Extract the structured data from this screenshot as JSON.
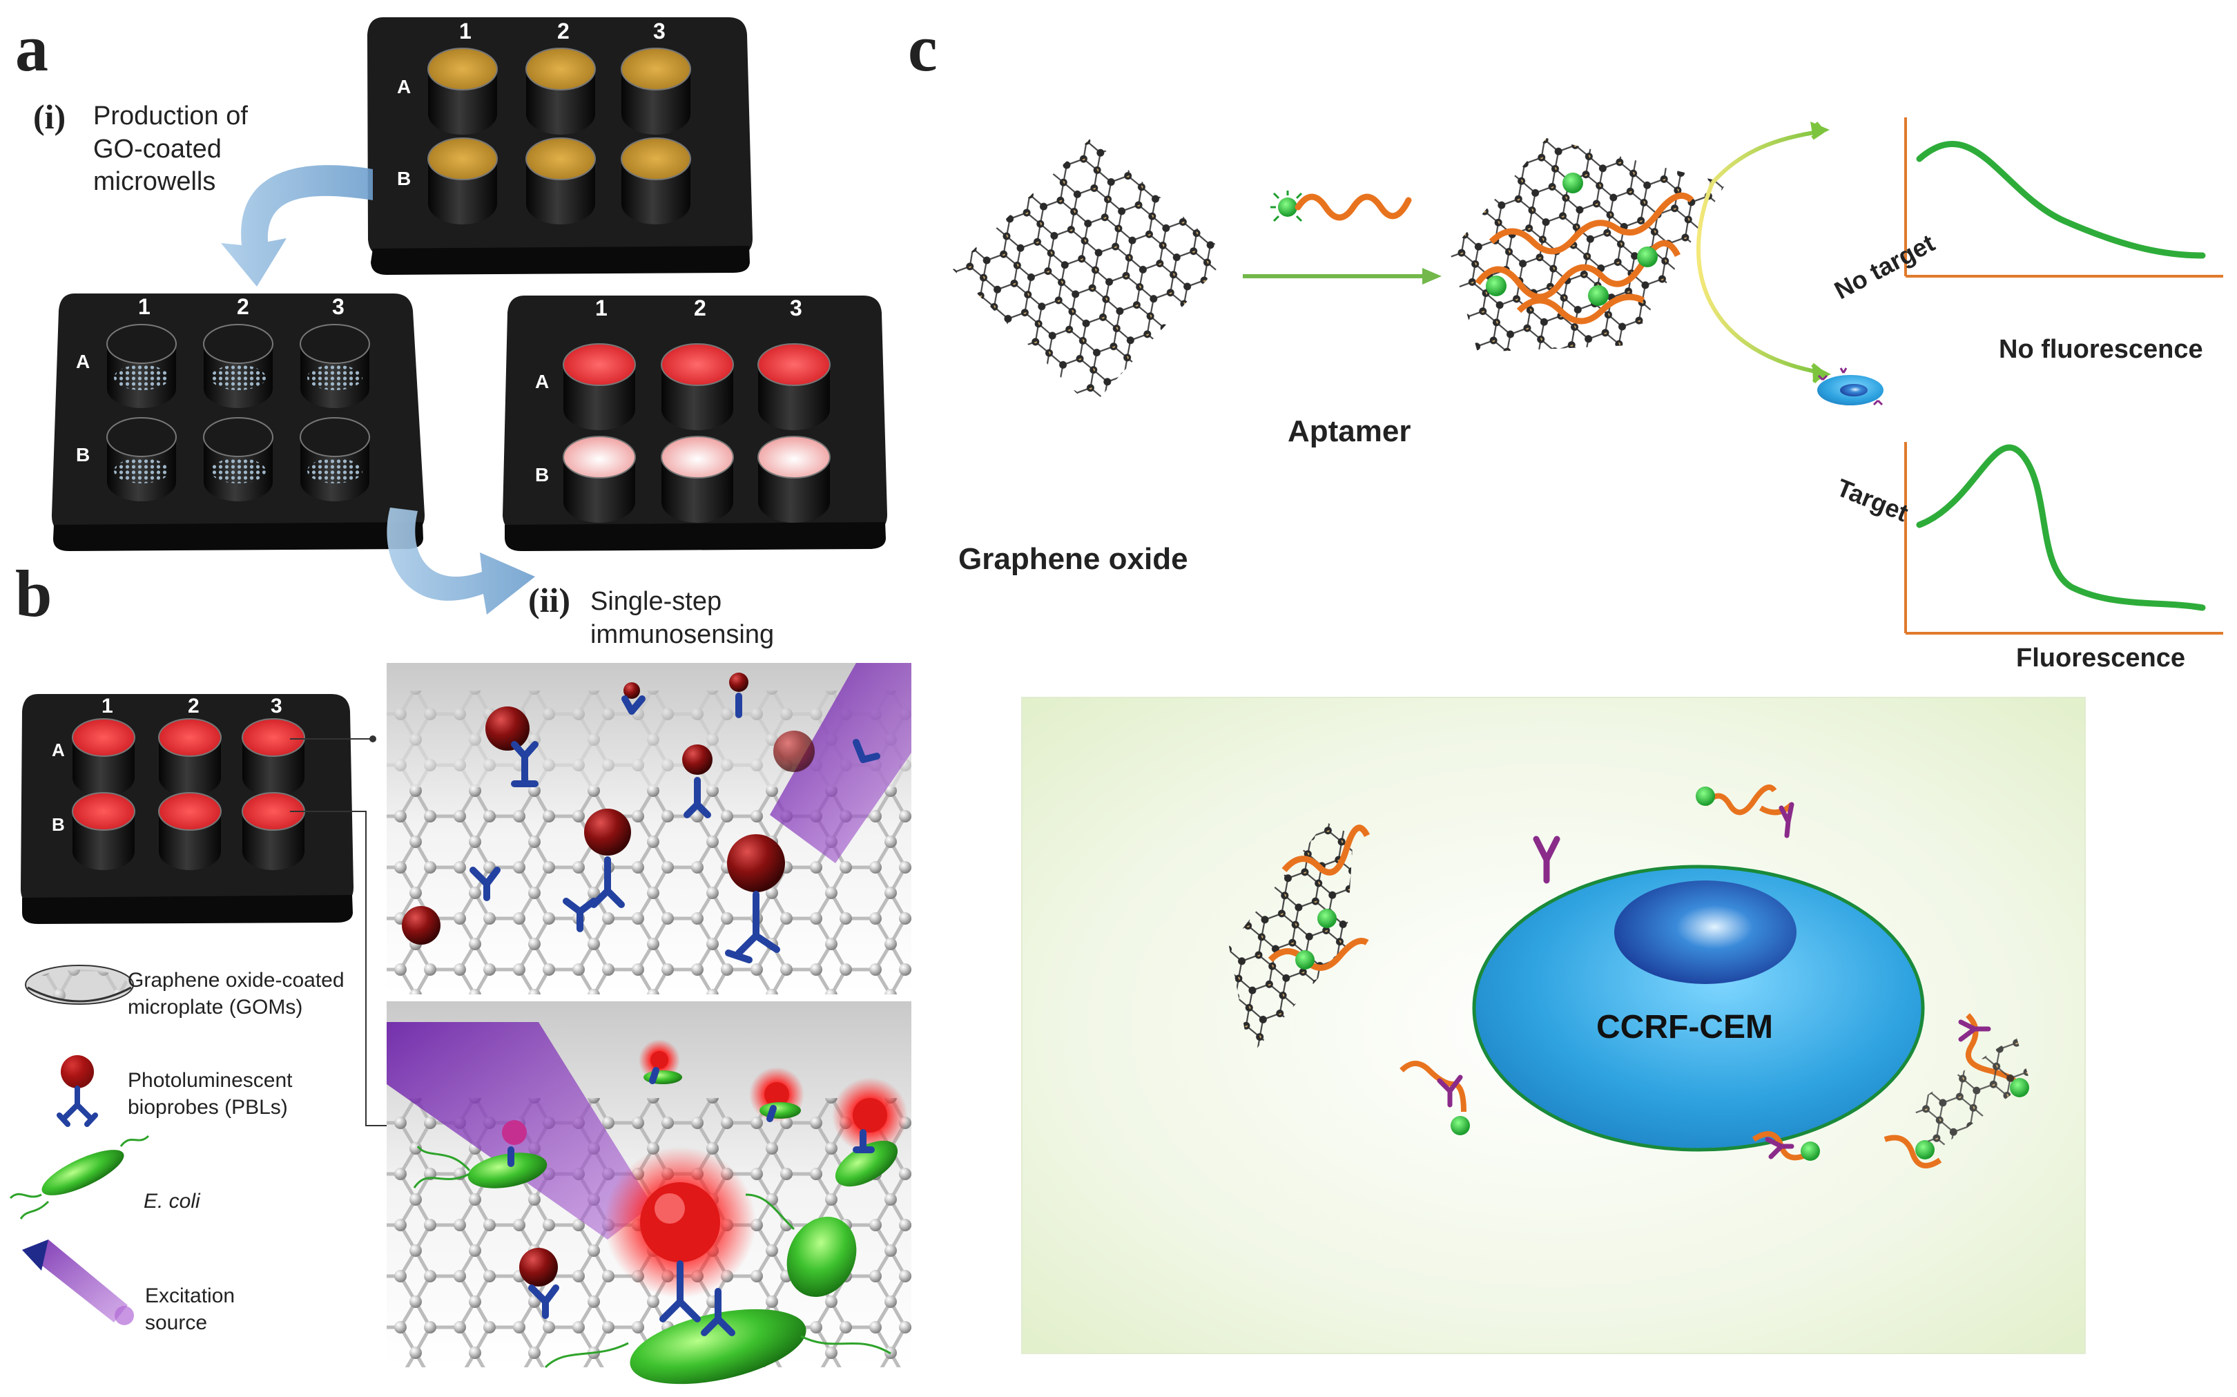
{
  "panels": {
    "a": {
      "letter": "a",
      "step_i": {
        "numeral": "(i)",
        "text_lines": [
          "Production of",
          "GO-coated",
          "microwells"
        ]
      },
      "step_ii": {
        "numeral": "(ii)",
        "text_lines": [
          "Single-step",
          "immunosensing"
        ]
      },
      "plate_columns": [
        "1",
        "2",
        "3"
      ],
      "plate_rows": [
        "A",
        "B"
      ]
    },
    "b": {
      "letter": "b",
      "legend": [
        {
          "icon": "gom-icon",
          "lines": [
            "Graphene oxide-coated",
            "microplate (GOMs)"
          ]
        },
        {
          "icon": "pbl-icon",
          "lines": [
            "Photoluminescent",
            "bioprobes (PBLs)"
          ]
        },
        {
          "icon": "ecoli-icon",
          "lines": [
            "E. coli"
          ]
        },
        {
          "icon": "excitation-icon",
          "lines": [
            "Excitation",
            "source"
          ]
        }
      ]
    },
    "c": {
      "letter": "c",
      "graphene_label": "Graphene oxide",
      "aptamer_label": "Aptamer",
      "no_target_label": "No target",
      "target_label": "Target",
      "no_fluorescence_label": "No fluorescence",
      "fluorescence_label": "Fluorescence",
      "cell_label": "CCRF-CEM"
    }
  },
  "colors": {
    "plate": "#1c1c1c",
    "gold": "#c9962e",
    "red": "#e0202a",
    "pink": "#f6c0c0",
    "arrow_blue": "#8fb7dc",
    "curve_green": "#2eac3a",
    "axis_orange": "#e07a2c",
    "aptamer_orange": "#e8731e",
    "cell_blue": "#2fa3e0",
    "nucleus_blue": "#1a56b0",
    "bg_green": "#e9f3d6"
  }
}
